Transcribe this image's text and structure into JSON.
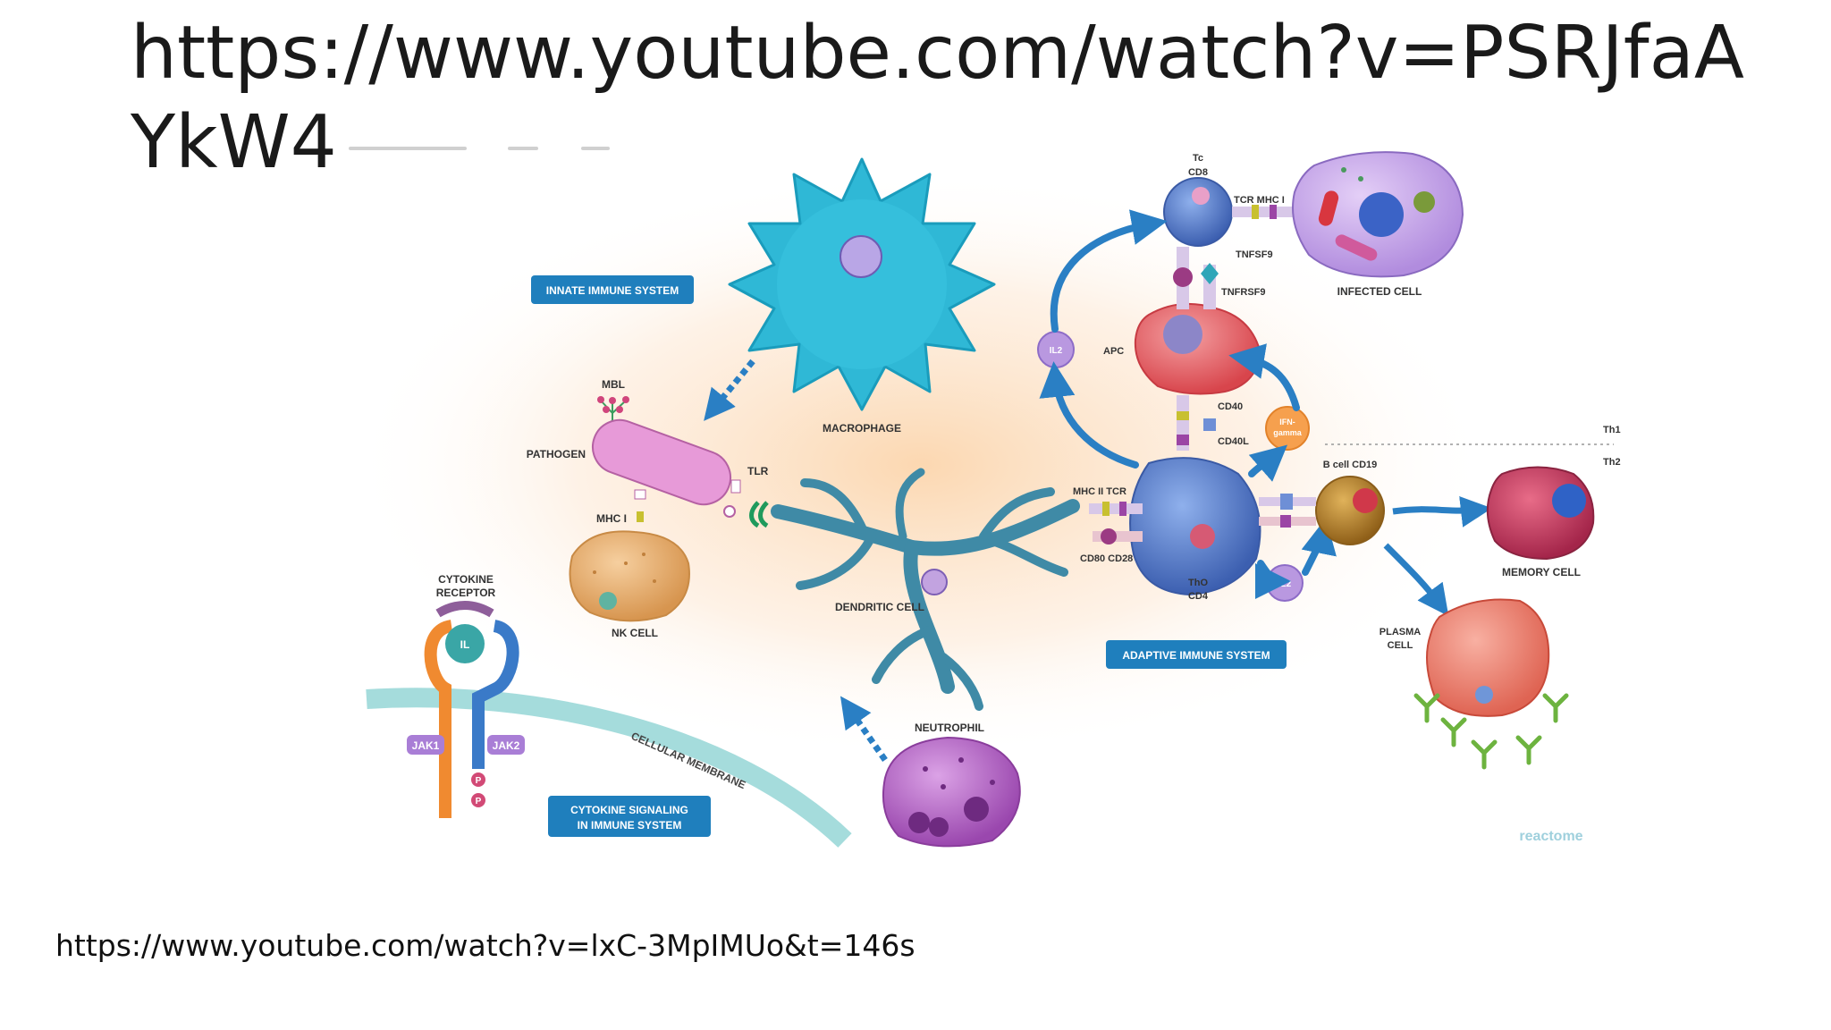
{
  "slide": {
    "title": "https://www.youtube.com/watch?v=PSRJfaAYkW4",
    "footer_link": "https://www.youtube.com/watch?v=lxC-3MpIMUo&t=146s"
  },
  "diagram": {
    "badges": {
      "innate": "INNATE IMMUNE SYSTEM",
      "adaptive": "ADAPTIVE IMMUNE SYSTEM",
      "cytokine": [
        "CYTOKINE SIGNALING",
        "IN IMMUNE SYSTEM"
      ]
    },
    "labels": {
      "macrophage": "MACROPHAGE",
      "mbl": "MBL",
      "pathogen": "PATHOGEN",
      "tlr": "TLR",
      "mhc1_nk": "MHC I",
      "nk_cell": "NK CELL",
      "dendritic_cell": "DENDRITIC CELL",
      "neutrophil": "NEUTROPHIL",
      "cytokine_receptor": [
        "CYTOKINE",
        "RECEPTOR"
      ],
      "il": "IL",
      "jak1": "JAK1",
      "jak2": "JAK2",
      "p": "P",
      "cellular_membrane": "CELLULAR MEMBRANE",
      "tc": "Tc",
      "cd8": "CD8",
      "tcr_mhc1": "TCR  MHC I",
      "tnfsf9": "TNFSF9",
      "tnfrsf9": "TNFRSF9",
      "infected_cell": "INFECTED CELL",
      "apc": "APC",
      "il2": "IL2",
      "cd40": "CD40",
      "cd40l": "CD40L",
      "ifn": [
        "IFN-",
        "gamma"
      ],
      "mhc2_tcr": "MHC II  TCR",
      "cd80_cd28": "CD80  CD28",
      "th0": "ThO",
      "cd4": "CD4",
      "bcell": "B cell CD19",
      "th1": "Th1",
      "th2": "Th2",
      "memory_cell": "MEMORY CELL",
      "plasma_cell": [
        "PLASMA",
        "CELL"
      ],
      "watermark": "reactome"
    },
    "colors": {
      "badge": "#1f7fbd",
      "arrow": "#2a7fc4",
      "macrophage": "#2fb8d6",
      "dendritic": "#3f8aa6",
      "pathogen": "#e79ad8",
      "nk": "#e8b07a",
      "neutrophil": "#b867c6",
      "apc": "#e56468",
      "t_cell": "#5a80c9",
      "infected": "#c9a6e8",
      "memory": "#c0395b",
      "plasma": "#ea7c6a",
      "bcell": "#b07d2a"
    }
  }
}
